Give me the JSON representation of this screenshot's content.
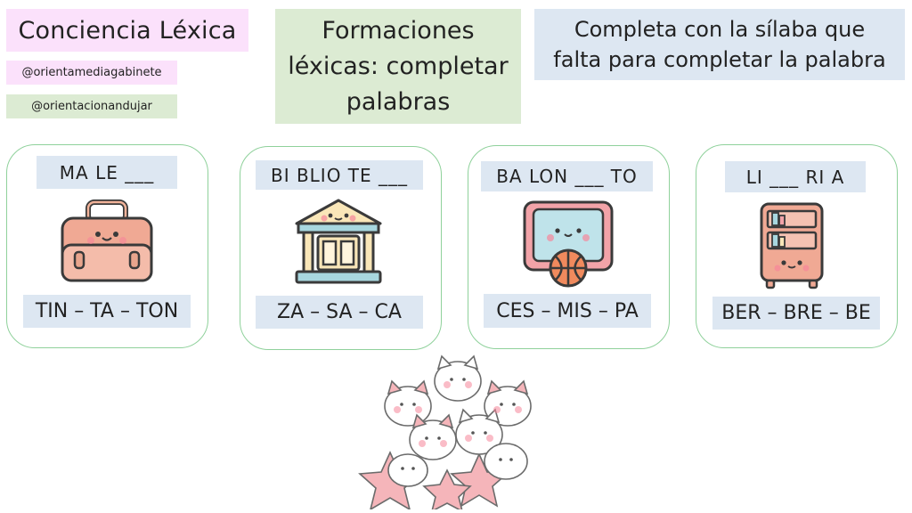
{
  "header": {
    "title": "Conciencia Léxica",
    "handle_instagram": "@orientamediagabinete",
    "handle_twitter": "@orientacionandujar",
    "subtitle_line1": "Formaciones",
    "subtitle_line2": "léxicas: completar",
    "subtitle_line3": "palabras",
    "instruction_line1": "Completa con la sílaba que",
    "instruction_line2": "falta para completar la palabra"
  },
  "cards": [
    {
      "word": "MA LE ___",
      "options": "TIN – TA – TON",
      "icon": "briefcase-icon"
    },
    {
      "word": "BI BLIO TE ___",
      "options": "ZA – SA – CA",
      "icon": "library-building-icon"
    },
    {
      "word": "BA LON ___ TO",
      "options": "CES – MIS – PA",
      "icon": "basketball-hoop-icon"
    },
    {
      "word": "LI ___ RI A",
      "options": "BER – BRE – BE",
      "icon": "bookshelf-icon"
    }
  ],
  "decoration": {
    "icon": "cats-pile-icon"
  },
  "colors": {
    "pink_bg": "#fbe1fb",
    "green_bg": "#dcebd3",
    "blue_bg": "#dde7f2",
    "card_border": "#8fd19b"
  }
}
